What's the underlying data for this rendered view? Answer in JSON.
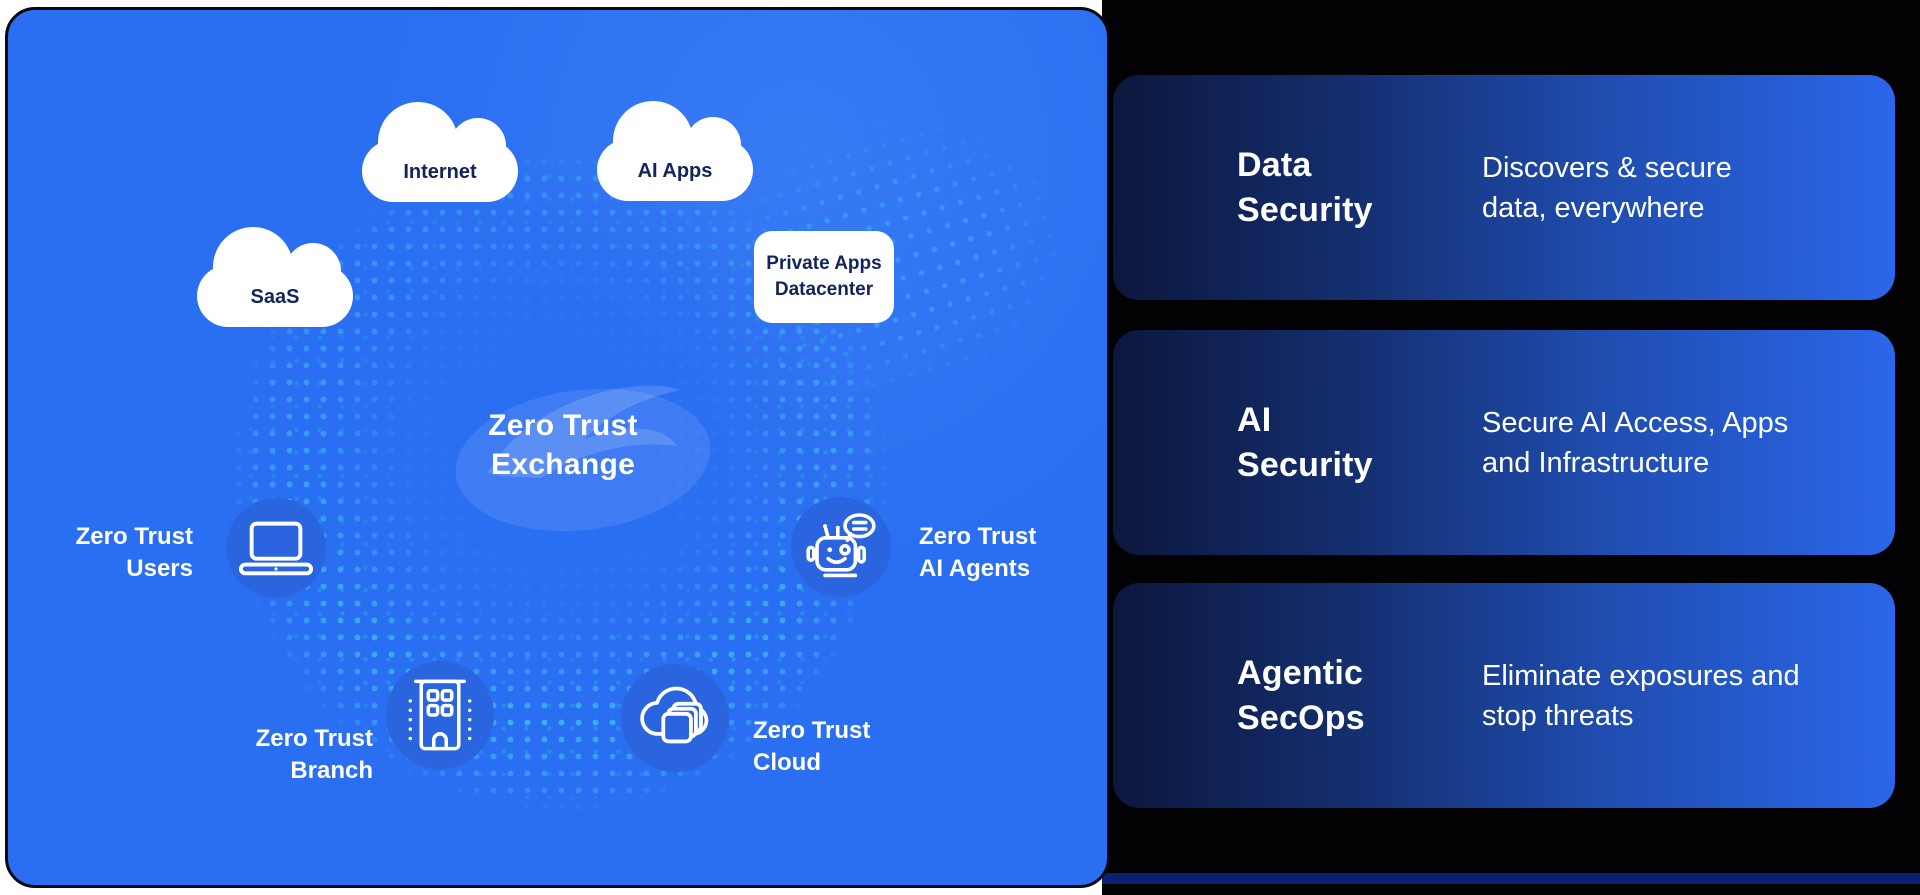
{
  "diagram": {
    "exchange": {
      "line1": "Zero Trust",
      "line2": "Exchange"
    },
    "clouds": [
      {
        "label": "Internet"
      },
      {
        "label": "SaaS"
      },
      {
        "label": "AI Apps"
      }
    ],
    "datacenter": {
      "line1": "Private Apps",
      "line2": "Datacenter"
    },
    "nodes": [
      {
        "id": "users",
        "line1": "Zero Trust",
        "line2": "Users",
        "icon": "laptop-icon"
      },
      {
        "id": "ai-agents",
        "line1": "Zero Trust",
        "line2": "AI Agents",
        "icon": "robot-icon"
      },
      {
        "id": "branch",
        "line1": "Zero Trust",
        "line2": "Branch",
        "icon": "building-icon"
      },
      {
        "id": "cloud",
        "line1": "Zero Trust",
        "line2": "Cloud",
        "icon": "cloud-stack-icon"
      }
    ]
  },
  "panels": [
    {
      "title_line1": "Data",
      "title_line2": "Security",
      "desc_line1": "Discovers & secure",
      "desc_line2": "data, everywhere"
    },
    {
      "title_line1": "AI",
      "title_line2": "Security",
      "desc_line1": "Secure AI Access, Apps",
      "desc_line2": "and Infrastructure"
    },
    {
      "title_line1": "Agentic",
      "title_line2": "SecOps",
      "desc_line1": "Eliminate exposures and",
      "desc_line2": "stop threats"
    }
  ],
  "colors": {
    "card_blue": "#2a6ef2",
    "dot_cyan": "#3db0f5",
    "node_circle_blue": "#2a64df",
    "panel_gradient_start": "#0c173d",
    "panel_gradient_end": "#2b67ea",
    "backdrop_black": "#020204",
    "accent_strip_navy": "#0b2070",
    "text_white": "#ffffff",
    "text_navy": "#13235b",
    "page_bg": "#ffffff"
  }
}
